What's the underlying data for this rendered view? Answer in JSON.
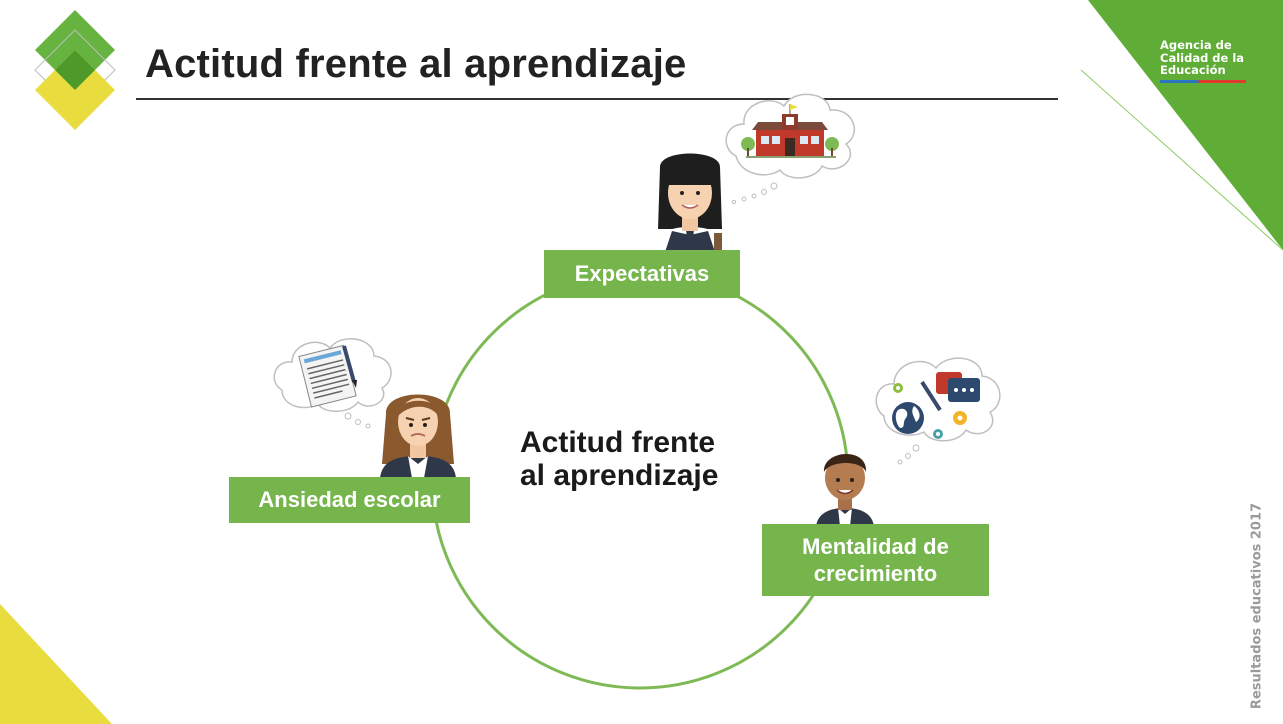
{
  "slide": {
    "title": "Actitud frente al aprendizaje",
    "agency": {
      "line1": "Agencia de",
      "line2": "Calidad de la",
      "line3": "Educación"
    },
    "side_label": "Resultados educativos 2017"
  },
  "diagram": {
    "center": {
      "line1": "Actitud frente",
      "line2": "al aprendizaje"
    },
    "nodes": {
      "expectativas": "Expectativas",
      "ansiedad": "Ansiedad escolar",
      "mentalidad_line1": "Mentalidad de",
      "mentalidad_line2": "crecimiento"
    }
  },
  "colors": {
    "green": "#76b54b",
    "dark_green": "#5aa23a",
    "yellow": "#e8dc3e",
    "ring": "#7dba55"
  }
}
